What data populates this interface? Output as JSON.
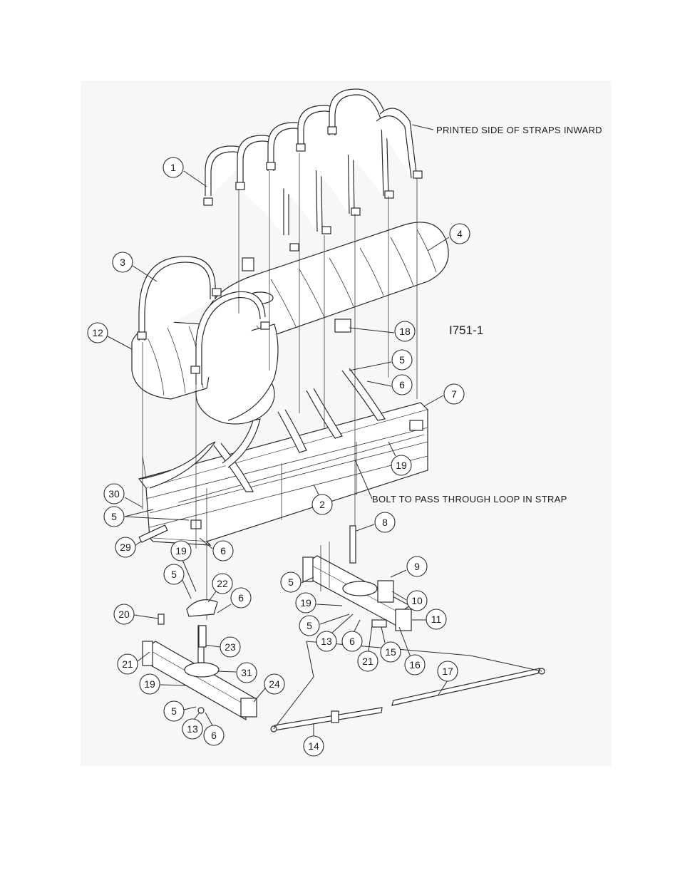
{
  "drawing_code": "I751-1",
  "notes": {
    "straps": "PRINTED SIDE OF STRAPS INWARD",
    "bolt": "BOLT TO PASS THROUGH LOOP IN STRAP"
  },
  "callouts": [
    "1",
    "3",
    "4",
    "12",
    "18",
    "5",
    "6",
    "7",
    "19",
    "30",
    "5",
    "2",
    "8",
    "29",
    "6",
    "19",
    "5",
    "22",
    "6",
    "9",
    "5",
    "10",
    "19",
    "11",
    "20",
    "5",
    "13",
    "6",
    "23",
    "21",
    "15",
    "16",
    "21",
    "31",
    "17",
    "19",
    "24",
    "5",
    "13",
    "6",
    "14"
  ]
}
